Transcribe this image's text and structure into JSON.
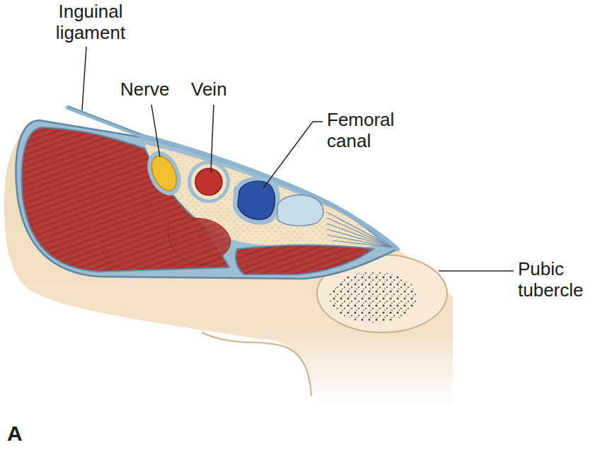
{
  "diagram": {
    "labels": [
      "Inguinal ligament",
      "Nerve",
      "Vein",
      "Femoral canal",
      "Pubic tubercle",
      "A"
    ]
  }
}
